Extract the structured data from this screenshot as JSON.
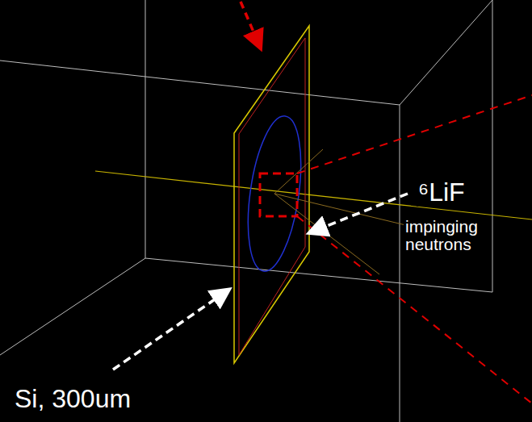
{
  "diagram": {
    "labels": [
      "⁶LiF",
      "impinging neutrons",
      "Si, 300um"
    ]
  }
}
